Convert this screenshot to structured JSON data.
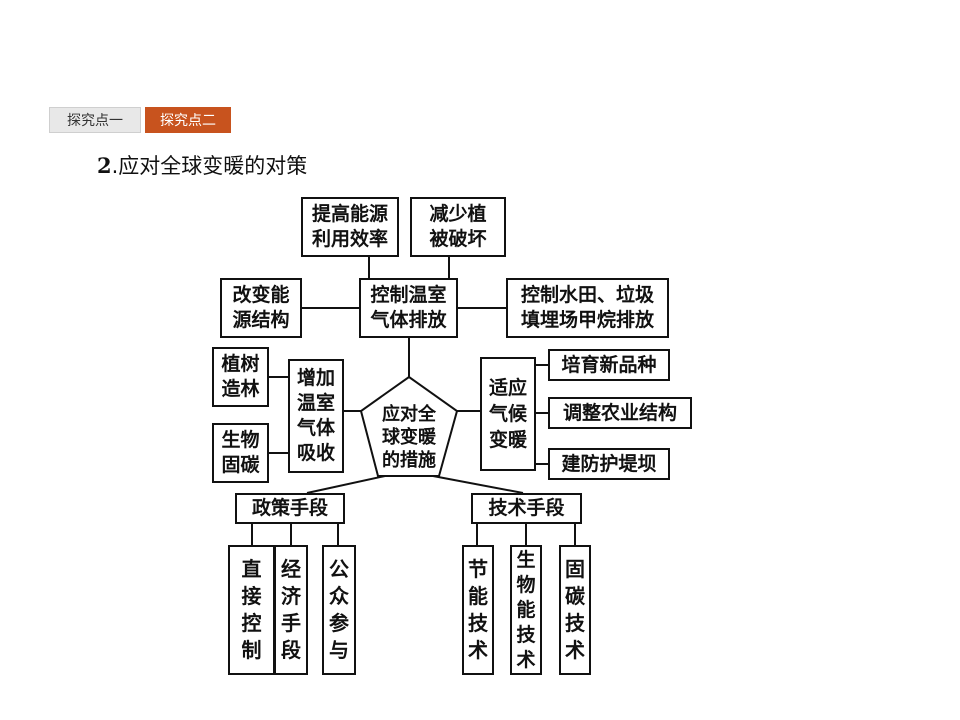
{
  "tabs": [
    {
      "label": "探究点一",
      "active": false
    },
    {
      "label": "探究点二",
      "active": true
    }
  ],
  "heading": {
    "number": "2",
    "text": ".应对全球变暖的对策"
  },
  "diagram": {
    "center": "应对全\n球变暖\n的措施",
    "n_eff": "提高能源\n利用效率",
    "n_veg": "减少植\n被破坏",
    "n_struct": "改变能\n源结构",
    "n_ctrl": "控制温室\n气体排放",
    "n_paddy": "控制水田、垃圾\n填埋场甲烷排放",
    "n_tree": "植树\n造林",
    "n_absorb": "增加\n温室\n气体\n吸收",
    "n_bio": "生物\n固碳",
    "n_adapt": "适应\n气候\n变暖",
    "n_breed": "培育新品种",
    "n_agri": "调整农业结构",
    "n_dam": "建防护堤坝",
    "n_policy": "政策手段",
    "n_tech": "技术手段",
    "n_direct": "直\n接\n控\n制",
    "n_econ": "经\n济\n手\n段",
    "n_public": "公\n众\n参\n与",
    "n_save": "节\n能\n技\n术",
    "n_bioen": "生\n物\n能\n技\n术",
    "n_fix": "固\n碳\n技\n术"
  }
}
